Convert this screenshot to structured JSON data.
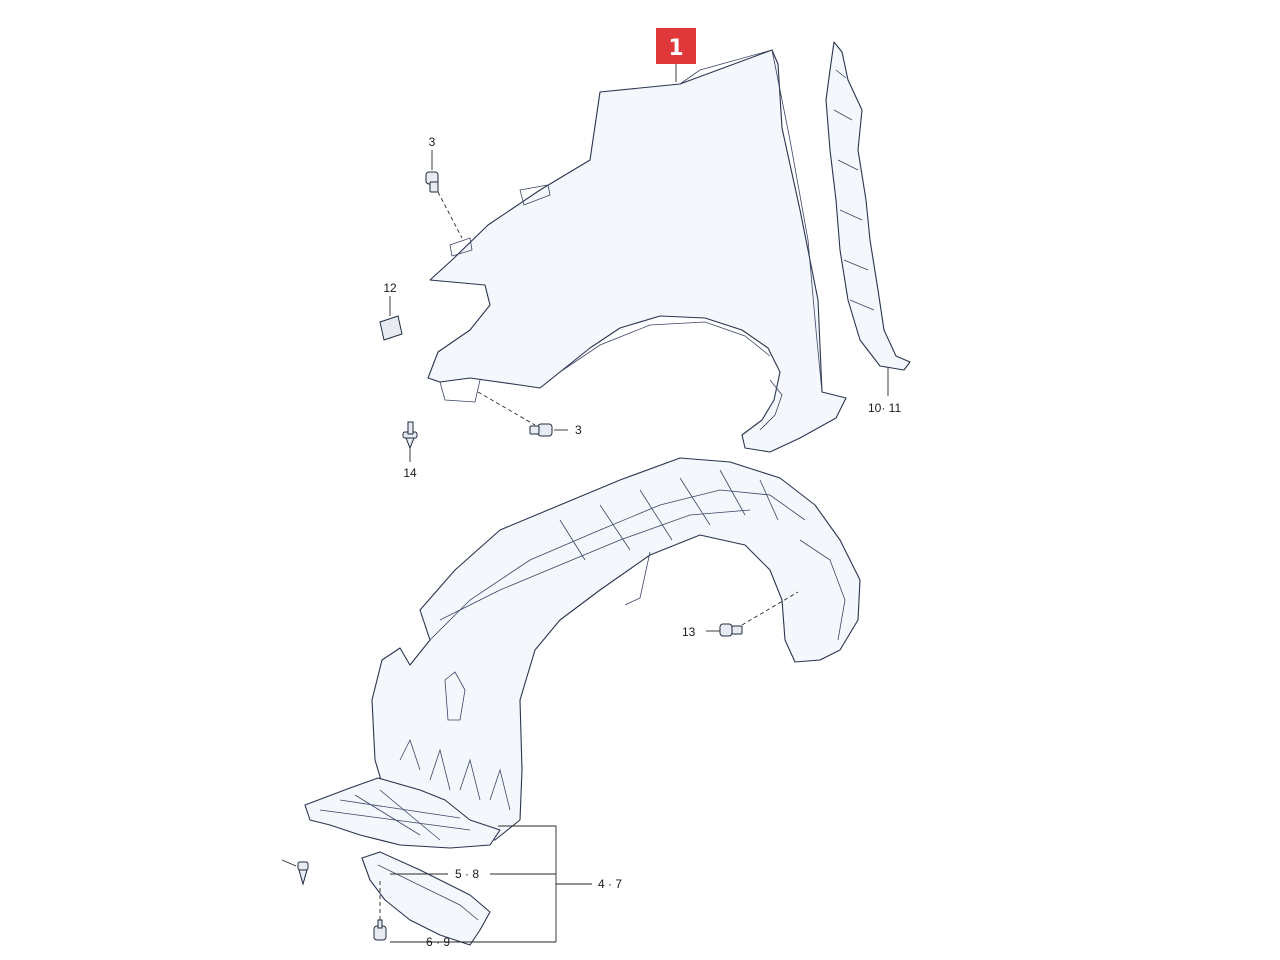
{
  "colors": {
    "callout_bg": "#e0373b",
    "ink": "#2a3550"
  },
  "callout": {
    "label": "1"
  },
  "labels": {
    "p3_top": "3",
    "p3_bottom": "3",
    "p12": "12",
    "p14": "14",
    "p10_11": "10· 11",
    "p13": "13",
    "p5_8": "5 · 8",
    "p4_7": "4 · 7",
    "p6_9": "6 · 9"
  }
}
